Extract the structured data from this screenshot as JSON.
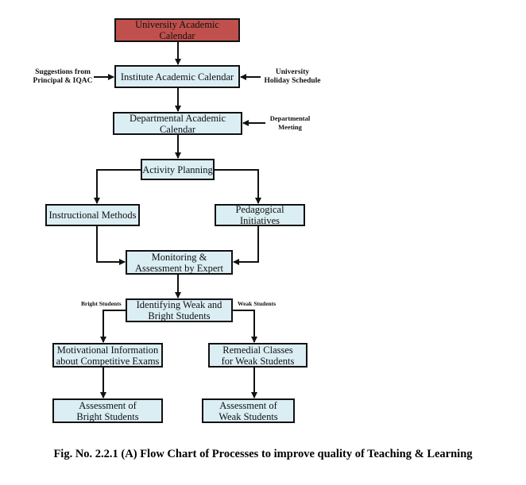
{
  "nodes": {
    "university": "University Academic Calendar",
    "institute": "Institute Academic Calendar",
    "departmental": "Departmental Academic Calendar",
    "activity": "Activity Planning",
    "instructional": "Instructional Methods",
    "pedagogical": "Pedagogical Initiatives",
    "monitoring": "Monitoring & Assessment by Expert",
    "identifying": "Identifying Weak and Bright Students",
    "motivational": "Motivational Information about Competitive Exams",
    "remedial": "Remedial Classes for Weak Students",
    "assess_bright": "Assessment of Bright Students",
    "assess_weak": "Assessment of Weak Students"
  },
  "inputs": {
    "suggestions": "Suggestions from Principal & IQAC",
    "holiday": "University Holiday Schedule",
    "meeting": "Departmental Meeting"
  },
  "branch_labels": {
    "bright": "Bright Students",
    "weak": "Weak Students"
  },
  "caption": "Fig. No. 2.2.1 (A) Flow Chart of Processes to improve quality of Teaching & Learning",
  "colors": {
    "top_box": "#c0504d",
    "box": "#dbeef4"
  }
}
